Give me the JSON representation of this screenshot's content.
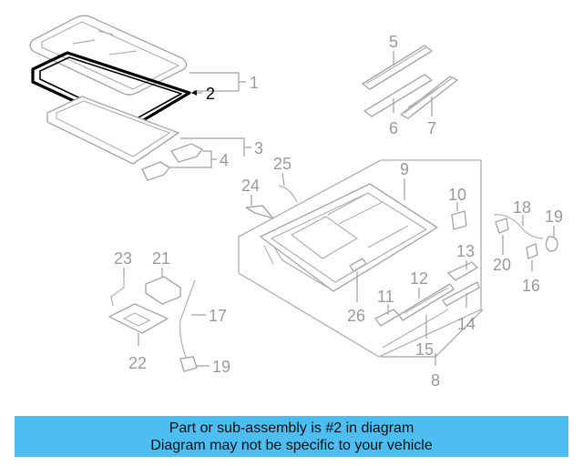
{
  "diagram": {
    "callouts": {
      "c1": "1",
      "c2": "2",
      "c3": "3",
      "c4": "4",
      "c5": "5",
      "c6": "6",
      "c7": "7",
      "c8": "8",
      "c9": "9",
      "c10": "10",
      "c11": "11",
      "c12": "12",
      "c13": "13",
      "c14": "14",
      "c15": "15",
      "c16": "16",
      "c17": "17",
      "c18": "18",
      "c19a": "19",
      "c19b": "19",
      "c20": "20",
      "c21": "21",
      "c22": "22",
      "c23": "23",
      "c24": "24",
      "c25": "25",
      "c26": "26"
    },
    "highlight_part": "2",
    "highlight_color": "#000000",
    "part_color": "#a8a8a8"
  },
  "banner": {
    "line1": "Part or sub-assembly is #2 in diagram",
    "line2": "Diagram may not be specific to your vehicle",
    "background": "#4dbdf2"
  }
}
